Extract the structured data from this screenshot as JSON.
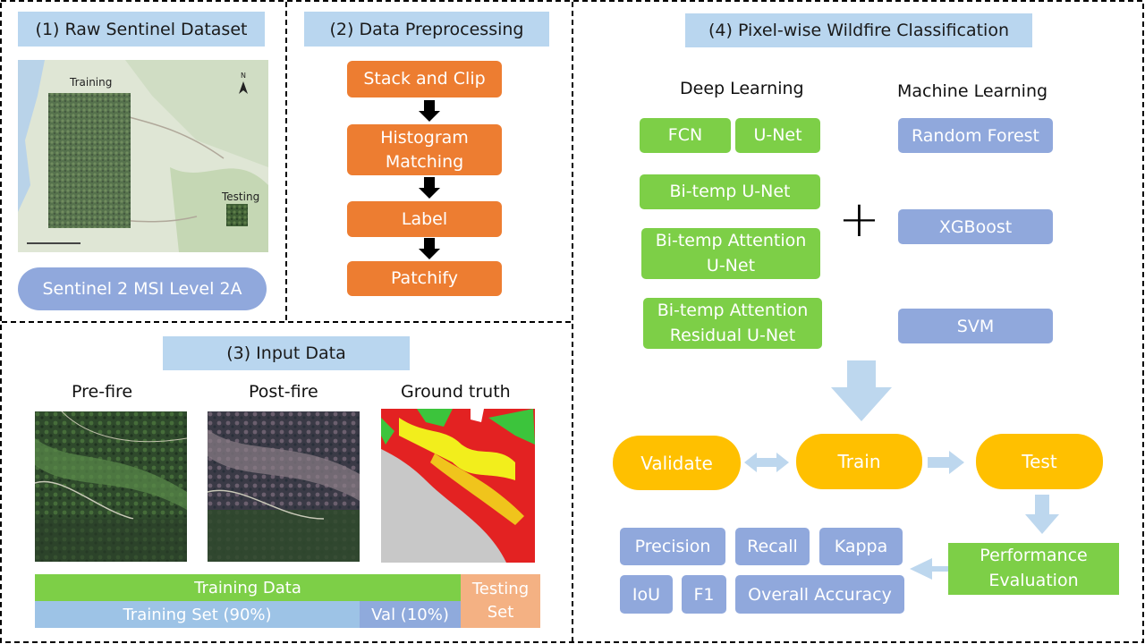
{
  "panel1": {
    "title": "(1) Raw Sentinel Dataset",
    "map_training_label": "Training",
    "map_testing_label": "Testing",
    "badge": "Sentinel 2 MSI Level 2A"
  },
  "panel2": {
    "title": "(2) Data Preprocessing",
    "steps": [
      "Stack and Clip",
      "Histogram\nMatching",
      "Label",
      "Patchify"
    ]
  },
  "panel3": {
    "title": "(3) Input Data",
    "pre_fire": "Pre-fire",
    "post_fire": "Post-fire",
    "ground_truth": "Ground truth",
    "training_data": "Training Data",
    "training_set": "Training Set (90%)",
    "val": "Val (10%)",
    "testing_set": "Testing\nSet"
  },
  "panel4": {
    "title": "(4) Pixel-wise Wildfire Classification",
    "dl_heading": "Deep Learning",
    "ml_heading": "Machine Learning",
    "dl_models": [
      "FCN",
      "U-Net",
      "Bi-temp U-Net",
      "Bi-temp Attention\nU-Net",
      "Bi-temp Attention\nResidual U-Net"
    ],
    "ml_models": [
      "Random Forest",
      "XGBoost",
      "SVM"
    ],
    "plus": "+",
    "validate": "Validate",
    "train": "Train",
    "test": "Test",
    "performance": "Performance\nEvaluation",
    "metrics": [
      "Precision",
      "Recall",
      "Kappa",
      "IoU",
      "F1",
      "Overall Accuracy"
    ]
  },
  "colors": {
    "orange": "#ed7d31",
    "green": "#7dcf47",
    "blue": "#90a8dc",
    "gold": "#ffc000",
    "title_blue": "#b9d6ef",
    "arrow_blue": "#bdd7ee",
    "peach": "#f4b183"
  }
}
